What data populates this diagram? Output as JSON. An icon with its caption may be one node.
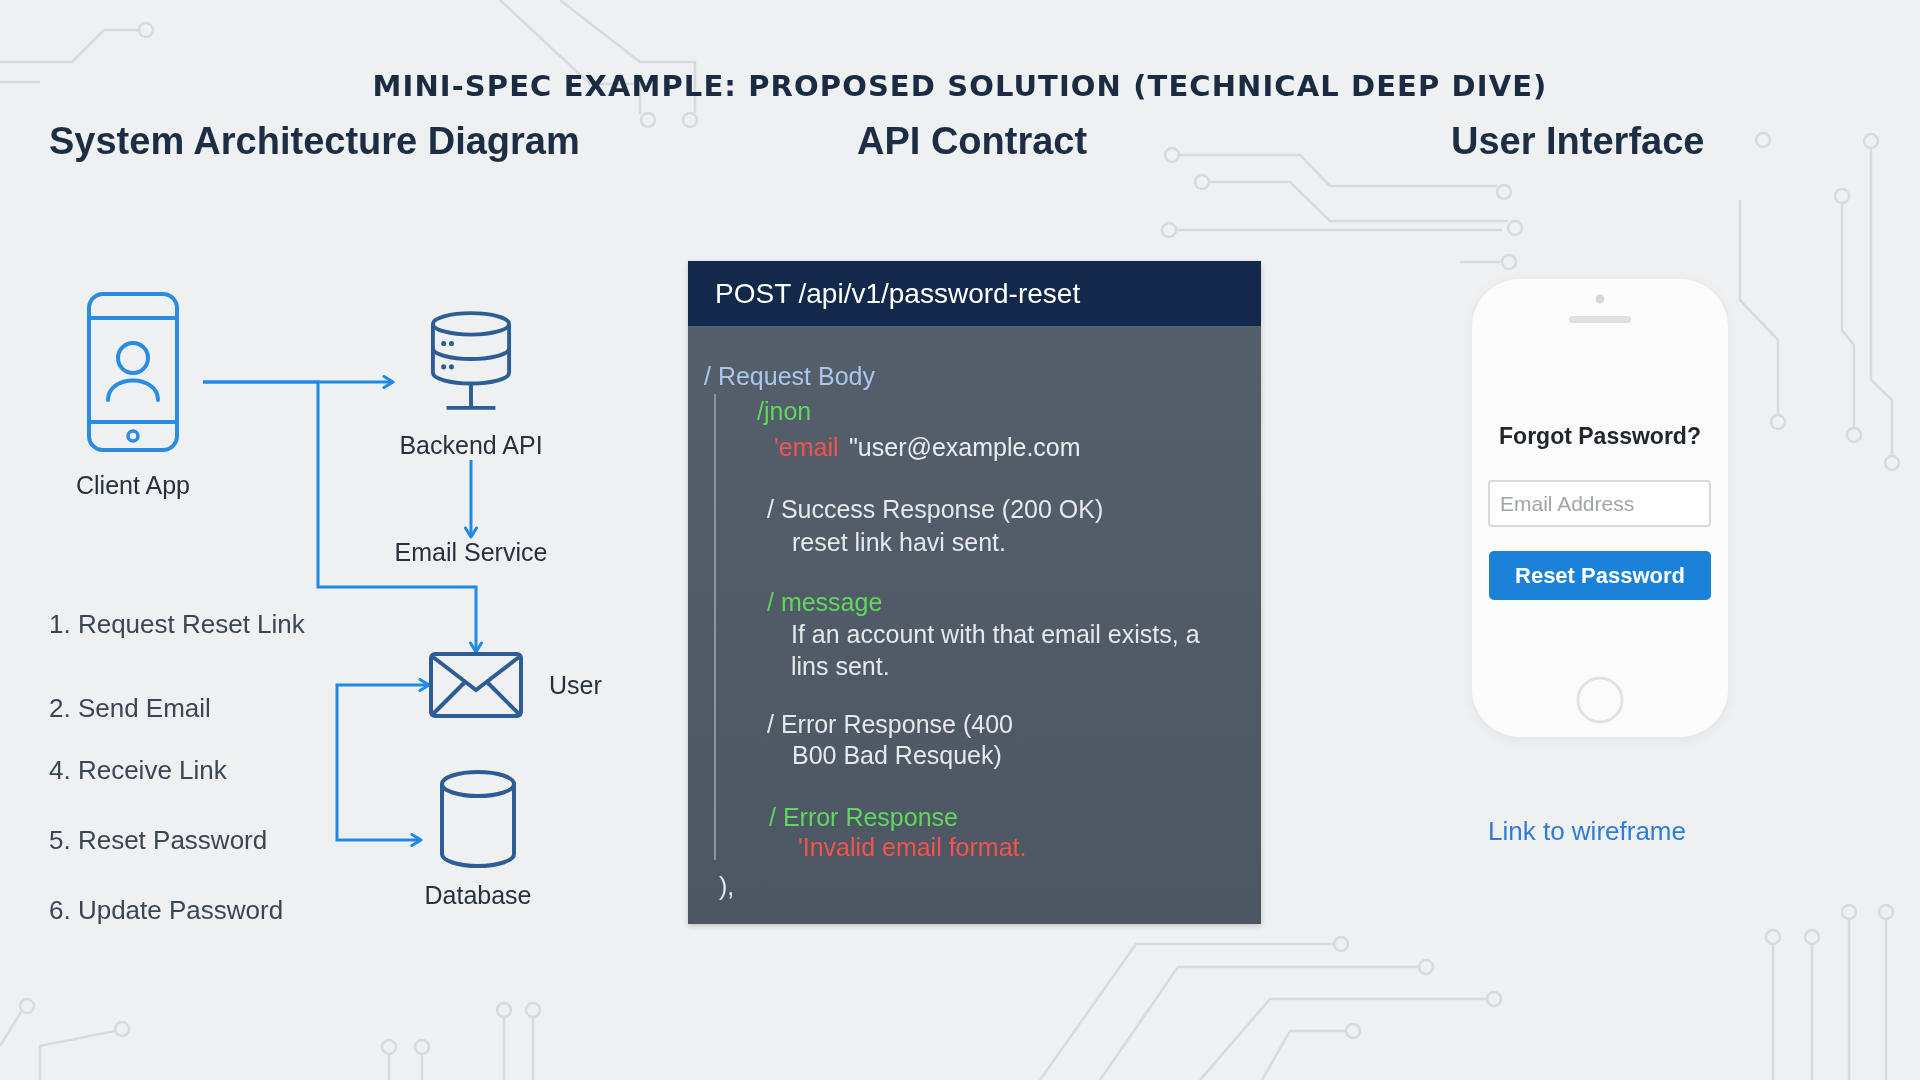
{
  "diagram": {
    "title": "MINI-SPEC EXAMPLE: PROPOSED SOLUTION (TECHNICAL DEEP DIVE)",
    "nodes": [
      {
        "text": [
          "Client App"
        ]
      },
      {
        "text": [
          "Backend API"
        ]
      },
      {
        "text": [
          "Email Service"
        ]
      },
      {
        "text": [
          "User"
        ]
      },
      {
        "text": [
          "Database"
        ]
      },
      {
        "text": [
          "/ Request Body",
          "/jnon",
          "'email",
          "\"user@example.com",
          "/ Success Response (200 OK)",
          "reset link havi sent.",
          "/ message",
          "If an account with that email exists, a lins sent.",
          "/ Error Response (400",
          "B00 Bad Resquek)",
          "/ Error Response",
          "'Invalid email format.",
          "),"
        ]
      },
      {
        "text": [
          "POST /api/v1/password-reset"
        ],
        "in": 5
      },
      {
        "text": [
          "Forgot Password?"
        ]
      },
      {
        "text": [
          "Email Address"
        ],
        "in": 7
      },
      {
        "text": [
          "Reset Password"
        ],
        "in": 7
      }
    ],
    "edges": [
      {
        "from": 0,
        "to": 1,
        "arrow": "to"
      },
      {
        "from": 0,
        "to": 3,
        "arrow": "to"
      },
      {
        "from": 1,
        "to": 2,
        "arrow": "to"
      },
      {
        "from": 3,
        "to": 4,
        "arrow": "both"
      }
    ],
    "labels": [
      "System Architecture Diagram",
      "API Contract",
      "User Interface",
      "1. Request Reset Link",
      "2. Send Email",
      "4. Receive Link",
      "5. Reset Password",
      "6. Update Password",
      "Link to wireframe"
    ]
  }
}
